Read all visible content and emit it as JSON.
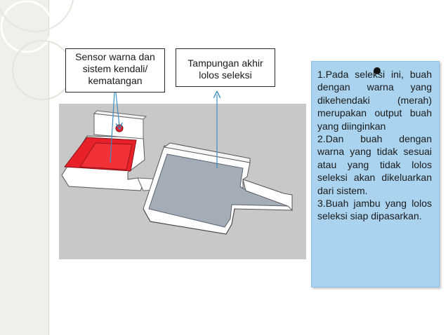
{
  "callouts": {
    "sensor": "Sensor warna dan sistem kendali/ kematangan",
    "storage": "Tampungan akhir lolos seleksi"
  },
  "panel": {
    "items": [
      {
        "number": "1.",
        "text": "Pada seleksi ini, buah dengan warna yang dikehendaki (merah) merupakan output buah yang diinginkan"
      },
      {
        "number": "2.",
        "text": "Dan buah dengan warna yang tidak sesuai atau yang tidak lolos seleksi akan dikeluarkan dari sistem."
      },
      {
        "number": "3.",
        "text": "Buah jambu yang lolos seleksi siap dipasarkan."
      }
    ]
  },
  "colors": {
    "panel_bg": "#a9d3ee",
    "sensor_tray": "#e8202a",
    "storage_floor": "#a4acb8",
    "arrow": "#3a8fc2"
  }
}
